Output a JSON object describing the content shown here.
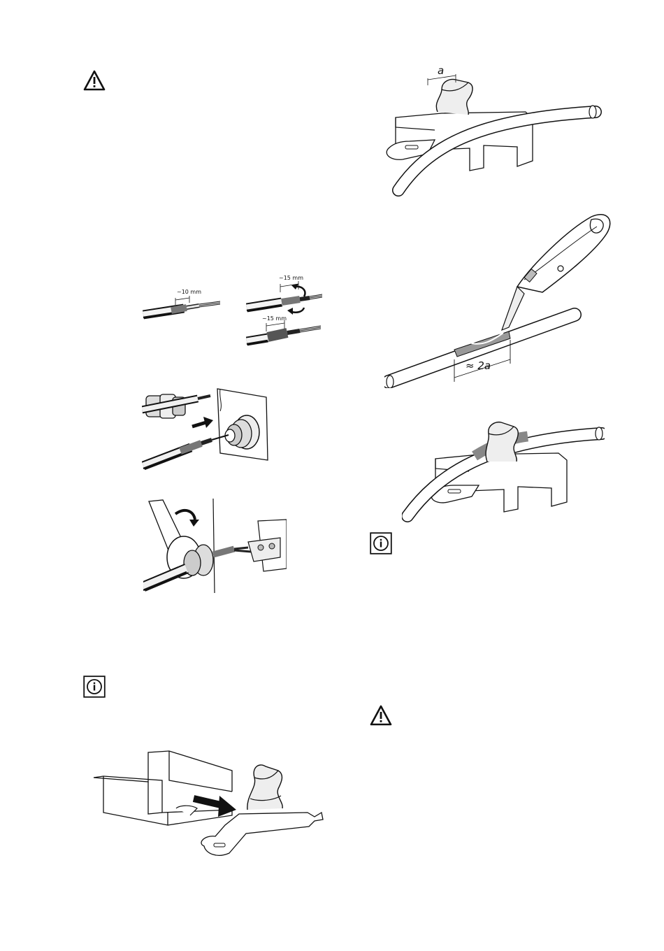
{
  "icons": {
    "warning_top": "warning-triangle-icon",
    "info_left": "info-icon",
    "info_right": "info-icon",
    "warning_bottom": "warning-triangle-icon"
  },
  "strip_figure": {
    "label_single": "~10 mm",
    "label_shield_top": "~15 mm",
    "label_shield_bottom": "~15 mm"
  },
  "clamp_top_figure": {
    "label": "a"
  },
  "knife_figure": {
    "label": "≈ 2a"
  }
}
